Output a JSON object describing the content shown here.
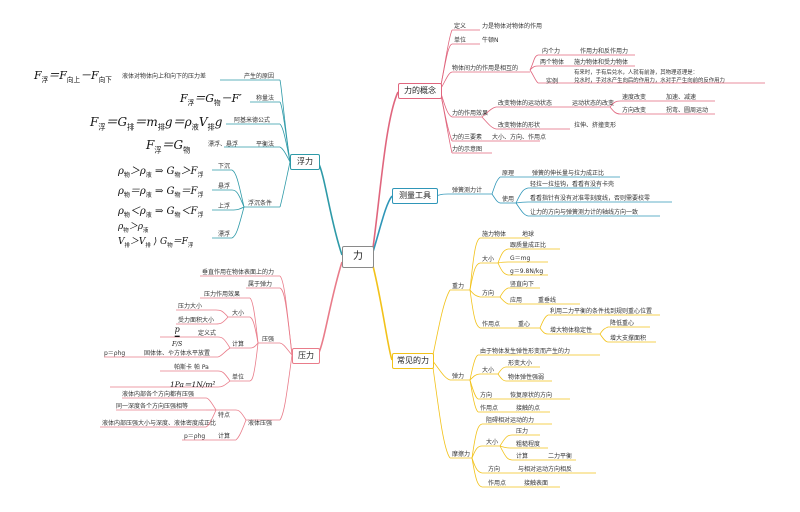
{
  "center": "力",
  "colors": {
    "concept": "#e0667e",
    "tool": "#2f96b8",
    "common": "#f2c21a",
    "buoyancy": "#2e9aa8",
    "pressure": "#e97c8a",
    "center": "#8a8a8a"
  },
  "concept": {
    "title": "力的概念",
    "definition": "定义",
    "definition_text": "力是物体对物体的作用",
    "unit": "单位",
    "unit_text": "牛顿N",
    "mutual": "物体间力的作用是相互的",
    "inner": "内个力",
    "inner_text": "作用力和反作用力",
    "two_obj": "两个物体",
    "two_obj_text": "施力物体和受力物体",
    "example": "实例",
    "example_1": "有来时，手有后兑水，人就有前游，其物理道理是：",
    "example_2": "兑水时，手对水产生向后的作用力，水对手产生向前的反作用力",
    "effect": "力的作用效果",
    "effect_1": "改变物体的运动状态",
    "effect_1b": "运动状态的改变",
    "speed": "速度改变",
    "speed_text": "加速、减速",
    "direction": "方向改变",
    "direction_text": "拐弯、圆周运动",
    "effect_2": "改变物体的形状",
    "effect_2_text": "拉伸、挤撞变形",
    "elements": "力的三要素",
    "elements_text": "大小、方向、作用点",
    "diagram": "力的示意图"
  },
  "tool": {
    "title": "测量工具",
    "spring": "弹簧测力计",
    "principle": "原理",
    "principle_text": "弹簧的伸长量与拉力成正比",
    "usage": "使用",
    "usage_1": "轻拉一拉挂钩，看看有没有卡壳",
    "usage_2": "看看指针有没有对准零刻度线，否则需要校零",
    "usage_3": "让力的方向与弹簧测力计的轴线方向一致"
  },
  "common": {
    "title": "常见的力",
    "gravity": "重力",
    "g_source": "施力物体",
    "g_source_text": "地球",
    "g_size": "大小",
    "g_size_1": "跟质量成正比",
    "g_size_2": "G＝mg",
    "g_size_3": "g＝9.8N/kg",
    "g_dir": "方向",
    "g_dir_1": "竖直向下",
    "g_dir_app": "应用",
    "g_dir_app_text": "重垂线",
    "g_point": "作用点",
    "g_cg": "重心",
    "g_cg_1": "利用二力平衡的条件找到规则重心位置",
    "g_cg_2": "增大物体稳定性",
    "g_cg_2a": "降低重心",
    "g_cg_2b": "增大支撑面积",
    "elastic": "弹力",
    "e_def": "由于物体发生弹性形变而产生的力",
    "e_size": "大小",
    "e_size_1": "形变大小",
    "e_size_2": "物体弹性强弱",
    "e_dir": "方向",
    "e_dir_text": "恢复原状的方向",
    "e_point": "作用点",
    "e_point_text": "接触的点",
    "friction": "摩擦力",
    "f_def": "阻碍相对运动的力",
    "f_size": "大小",
    "f_size_1": "压力",
    "f_size_2": "粗糙程度",
    "f_calc": "计算",
    "f_calc_text": "二力平衡",
    "f_dir": "方向",
    "f_dir_text": "与相对运动方向相反",
    "f_point": "作用点",
    "f_point_text": "接触表面"
  },
  "buoyancy": {
    "title": "浮力",
    "cause": "产生的原因",
    "cause_text": "液体对物体向上和向下的压力差",
    "weigh": "称量法",
    "archimedes": "阿基米德公式",
    "balance": "平衡法",
    "balance_text": "漂浮、悬浮",
    "condition": "浮沉条件",
    "sink": "下沉",
    "suspend": "悬浮",
    "rise": "上浮",
    "float": "漂浮"
  },
  "pressure": {
    "title": "压力",
    "def": "垂直作用在物体表面上的力",
    "is_elastic": "属于弹力",
    "pressure_node": "压强",
    "effect": "压力作用效果",
    "size": "大小",
    "size_1": "压力大小",
    "size_2": "受力面积大小",
    "calc": "计算",
    "definition_formula": "定义式",
    "solid": "固体体、や方体水平放置",
    "p_eq": "p＝ρhg",
    "unit": "单位",
    "unit_text": "帕斯卡 帕 Pa",
    "unit_eq": "1Pa＝1N/m²",
    "liquid": "液体压强",
    "features": "特点",
    "feat_1": "液体内部各个方向都有压强",
    "feat_2": "同一深度各个方向压强相等",
    "feat_3": "液体内部压强大小与深度、液体密度成正比",
    "l_calc": "计算",
    "l_p_eq": "p＝ρhg"
  }
}
